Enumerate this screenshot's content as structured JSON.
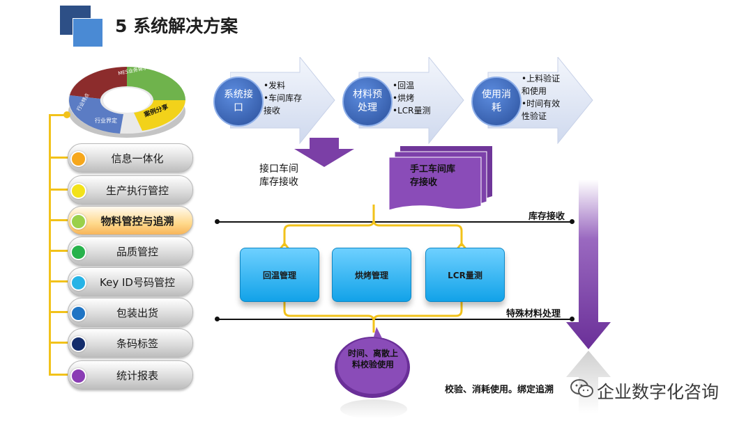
{
  "header": {
    "title": "5 系统解决方案"
  },
  "donut": {
    "seg_top": "MES业务需求特点",
    "seg_left": "行业特点",
    "seg_bottom": "行业界定",
    "seg_highlight": "案例分享"
  },
  "sidebar": {
    "items": [
      {
        "label": "信息一体化",
        "dot": "#f6a71c",
        "active": false
      },
      {
        "label": "生产执行管控",
        "dot": "#f2e21a",
        "active": false
      },
      {
        "label": "物料管控与追溯",
        "dot": "#9ad04a",
        "active": true
      },
      {
        "label": "品质管控",
        "dot": "#27b24b",
        "active": false
      },
      {
        "label": "Key ID号码管控",
        "dot": "#26b3e6",
        "active": false
      },
      {
        "label": "包装出货",
        "dot": "#1f74c4",
        "active": false
      },
      {
        "label": "条码标签",
        "dot": "#142d6c",
        "active": false
      },
      {
        "label": "统计报表",
        "dot": "#8a3cb4",
        "active": false
      }
    ]
  },
  "process": [
    {
      "circle": "系统接口",
      "bullets": [
        "•发料",
        "•车间库存",
        "接收"
      ]
    },
    {
      "circle": "材料预处理",
      "bullets": [
        "•回温",
        "•烘烤",
        "•LCR量测"
      ]
    },
    {
      "circle": "使用消耗",
      "bullets": [
        "•上料验证",
        "和使用",
        "•时间有效",
        "性验证"
      ]
    }
  ],
  "flow": {
    "interface_label": "接口车间库存接收",
    "manual_label": "手工车间库存接收",
    "inventory_label": "库存接收",
    "special_label": "特殊材料处理",
    "boxes": [
      "回温管理",
      "烘烤管理",
      "LCR量测"
    ],
    "bubble": "时间、离散上料校验使用",
    "footer": "校验、消耗使用。绑定追溯"
  },
  "watermark": "企业数字化咨询",
  "colors": {
    "accent_yellow": "#f2c21a",
    "purple": "#7b3fa6",
    "blue_box": "#12a2e8",
    "arrow_gray": "#dde4f3"
  }
}
